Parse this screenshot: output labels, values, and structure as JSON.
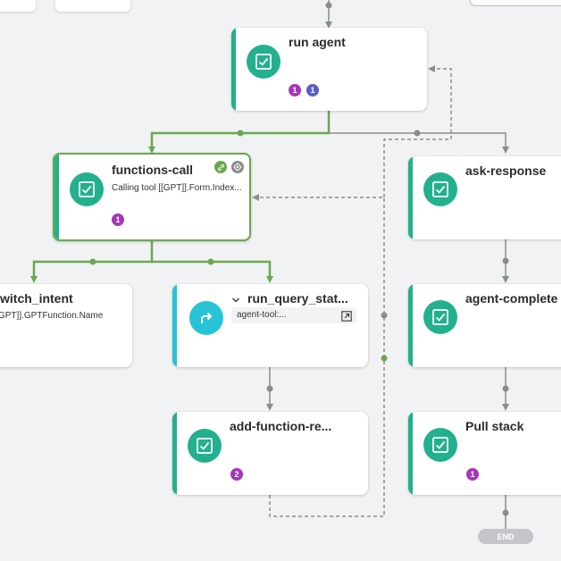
{
  "nodes": {
    "run_agent": {
      "title": "run agent",
      "badges": [
        "1",
        "1"
      ]
    },
    "functions_call": {
      "title": "functions-call",
      "subtitle": "Calling tool [[GPT]].Form.Index...",
      "badges": [
        "1"
      ]
    },
    "switch_intent": {
      "title": "witch_intent",
      "subtitle": "GPT]].GPTFunction.Name"
    },
    "run_query_stat": {
      "title": "run_query_stat...",
      "field": "agent-tool:..."
    },
    "add_function_re": {
      "title": "add-function-re...",
      "badges": [
        "2"
      ]
    },
    "ask_response": {
      "title": "ask-response"
    },
    "agent_complete": {
      "title": "agent-complete"
    },
    "pull_stack": {
      "title": "Pull stack",
      "badges": [
        "1"
      ]
    }
  },
  "end_label": "END",
  "icons": {
    "task": "checkbox-icon",
    "router": "redirect-arrow-icon",
    "link": "link-icon",
    "target": "target-icon",
    "open": "open-external-icon",
    "chevron": "chevron-down-icon"
  },
  "colors": {
    "accent_green": "#22b08e",
    "accent_cyan": "#28c3d6",
    "wire_active": "#6aa84f",
    "wire_idle": "#8c8c8c",
    "badge_purple": "#a337b8",
    "badge_indigo": "#5a5fc0"
  }
}
